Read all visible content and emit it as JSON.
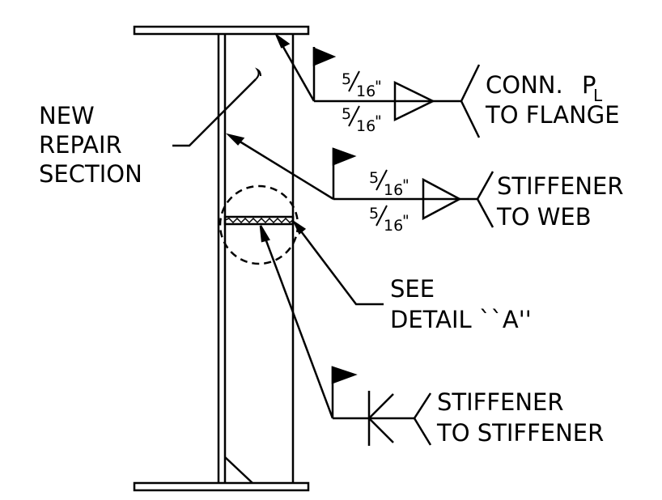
{
  "labels": {
    "new_repair": [
      "NEW",
      "REPAIR",
      "SECTION"
    ],
    "conn_plate": [
      "CONN.",
      "TO FLANGE"
    ],
    "plate_symbol": {
      "p": "P",
      "l": "L"
    },
    "stiffener_web": [
      "STIFFENER",
      "TO WEB"
    ],
    "see_detail": [
      "SEE",
      "DETAIL ``A''"
    ],
    "stiffener_stiff": [
      "STIFFENER",
      "TO STIFFENER"
    ]
  },
  "weld_sizes": {
    "conn_top": {
      "num": "5",
      "den": "16",
      "unit": "\""
    },
    "conn_bottom": {
      "num": "5",
      "den": "16",
      "unit": "\""
    },
    "web_top": {
      "num": "5",
      "den": "16",
      "unit": "\""
    },
    "web_bottom": {
      "num": "5",
      "den": "16",
      "unit": "\""
    }
  },
  "colors": {
    "line": "#000000",
    "background": "#ffffff"
  }
}
